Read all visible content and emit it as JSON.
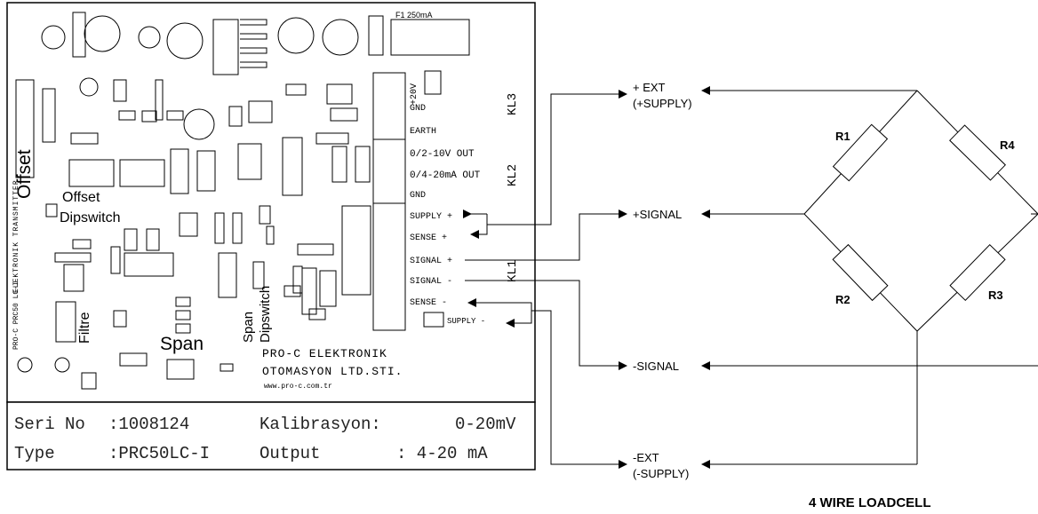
{
  "board": {
    "labels": {
      "offset_vertical": "Offset",
      "offset_dipswitch_line1": "Offset",
      "offset_dipswitch_line2": "Dipswitch",
      "filtre": "Filtre",
      "span": "Span",
      "span_dipswitch_line1": "Span",
      "span_dipswitch_line2": "Dipswitch",
      "fuse": "F1  250mA",
      "side_text": "ELEKTRONIK  TRANSMITTER",
      "model_side": "PRO-C  PRC50  LC-I",
      "company_line1": "PRO-C  ELEKTRONIK",
      "company_line2": "OTOMASYON  LTD.STI.",
      "website": "www.pro-c.com.tr"
    },
    "terminals": {
      "kl3": "KL3",
      "kl2": "KL2",
      "kl1": "KL1",
      "pins": [
        "+20V",
        "GND",
        "EARTH",
        "0/2-10V OUT",
        "0/4-20mA OUT",
        "GND",
        "SUPPLY +",
        "SENSE +",
        "SIGNAL +",
        "SIGNAL -",
        "SENSE -",
        "SUPPLY -"
      ]
    },
    "info": {
      "seri_label": "Seri No",
      "seri_value": ":1008124",
      "kalibrasyon_label": "Kalibrasyon:",
      "kalibrasyon_value": "0-20mV",
      "type_label": "Type",
      "type_value": ":PRC50LC-I",
      "output_label": "Output",
      "output_value": ": 4-20 mA"
    }
  },
  "wiring": {
    "ext_plus_line1": "+ EXT",
    "ext_plus_line2": "(+SUPPLY)",
    "signal_plus": "+SIGNAL",
    "signal_minus": "-SIGNAL",
    "ext_minus_line1": "-EXT",
    "ext_minus_line2": "(-SUPPLY)"
  },
  "loadcell": {
    "title": "4 WIRE LOADCELL",
    "resistors": [
      "R1",
      "R4",
      "R2",
      "R3"
    ]
  }
}
